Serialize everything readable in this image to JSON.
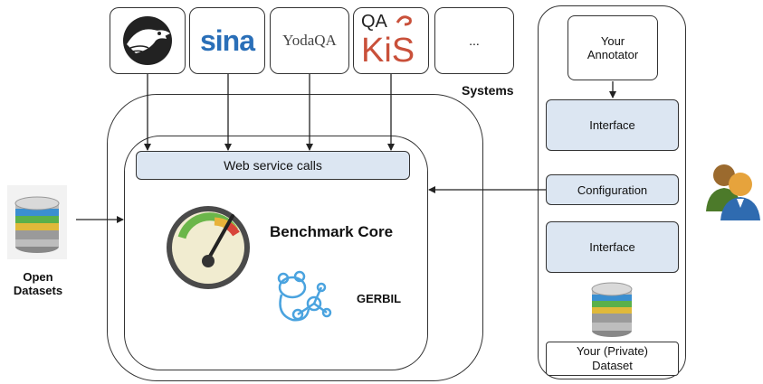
{
  "systems": {
    "label": "Systems",
    "logos": [
      {
        "name": "eagle-logo-icon"
      },
      {
        "name": "sina-logo",
        "text": "sina"
      },
      {
        "name": "yodaqa-logo",
        "text": "YodaQA"
      },
      {
        "name": "qakis-logo",
        "text_top": "QA",
        "text_bottom": "KiS"
      },
      {
        "name": "more-systems",
        "text": "..."
      }
    ]
  },
  "core": {
    "web_service_calls": "Web service calls",
    "benchmark_core": "Benchmark Core",
    "gerbil": "GERBIL"
  },
  "open_datasets": "Open\nDatasets",
  "right_panel": {
    "annotator": "Your\nAnnotator",
    "interface_top": "Interface",
    "configuration": "Configuration",
    "interface_bottom": "Interface",
    "private_dataset": "Your (Private)\nDataset"
  },
  "colors": {
    "box_fill": "#dce6f2",
    "stroke": "#333333",
    "sina_blue": "#2a6fb8",
    "qakis_red": "#c9503a"
  }
}
